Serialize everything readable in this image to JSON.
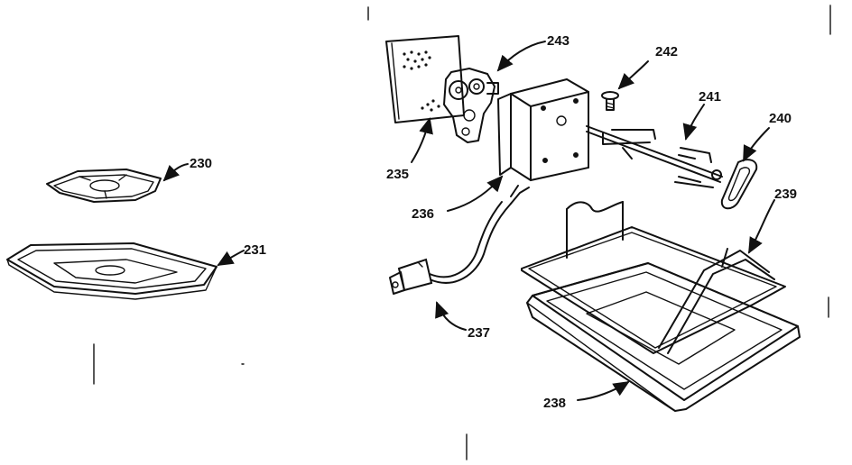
{
  "parts": [
    {
      "id": "p230",
      "number": "230"
    },
    {
      "id": "p231",
      "number": "231"
    },
    {
      "id": "p235",
      "number": "235"
    },
    {
      "id": "p236",
      "number": "236"
    },
    {
      "id": "p237",
      "number": "237"
    },
    {
      "id": "p238",
      "number": "238"
    },
    {
      "id": "p239",
      "number": "239"
    },
    {
      "id": "p240",
      "number": "240"
    },
    {
      "id": "p241",
      "number": "241"
    },
    {
      "id": "p242",
      "number": "242"
    },
    {
      "id": "p243",
      "number": "243"
    }
  ]
}
